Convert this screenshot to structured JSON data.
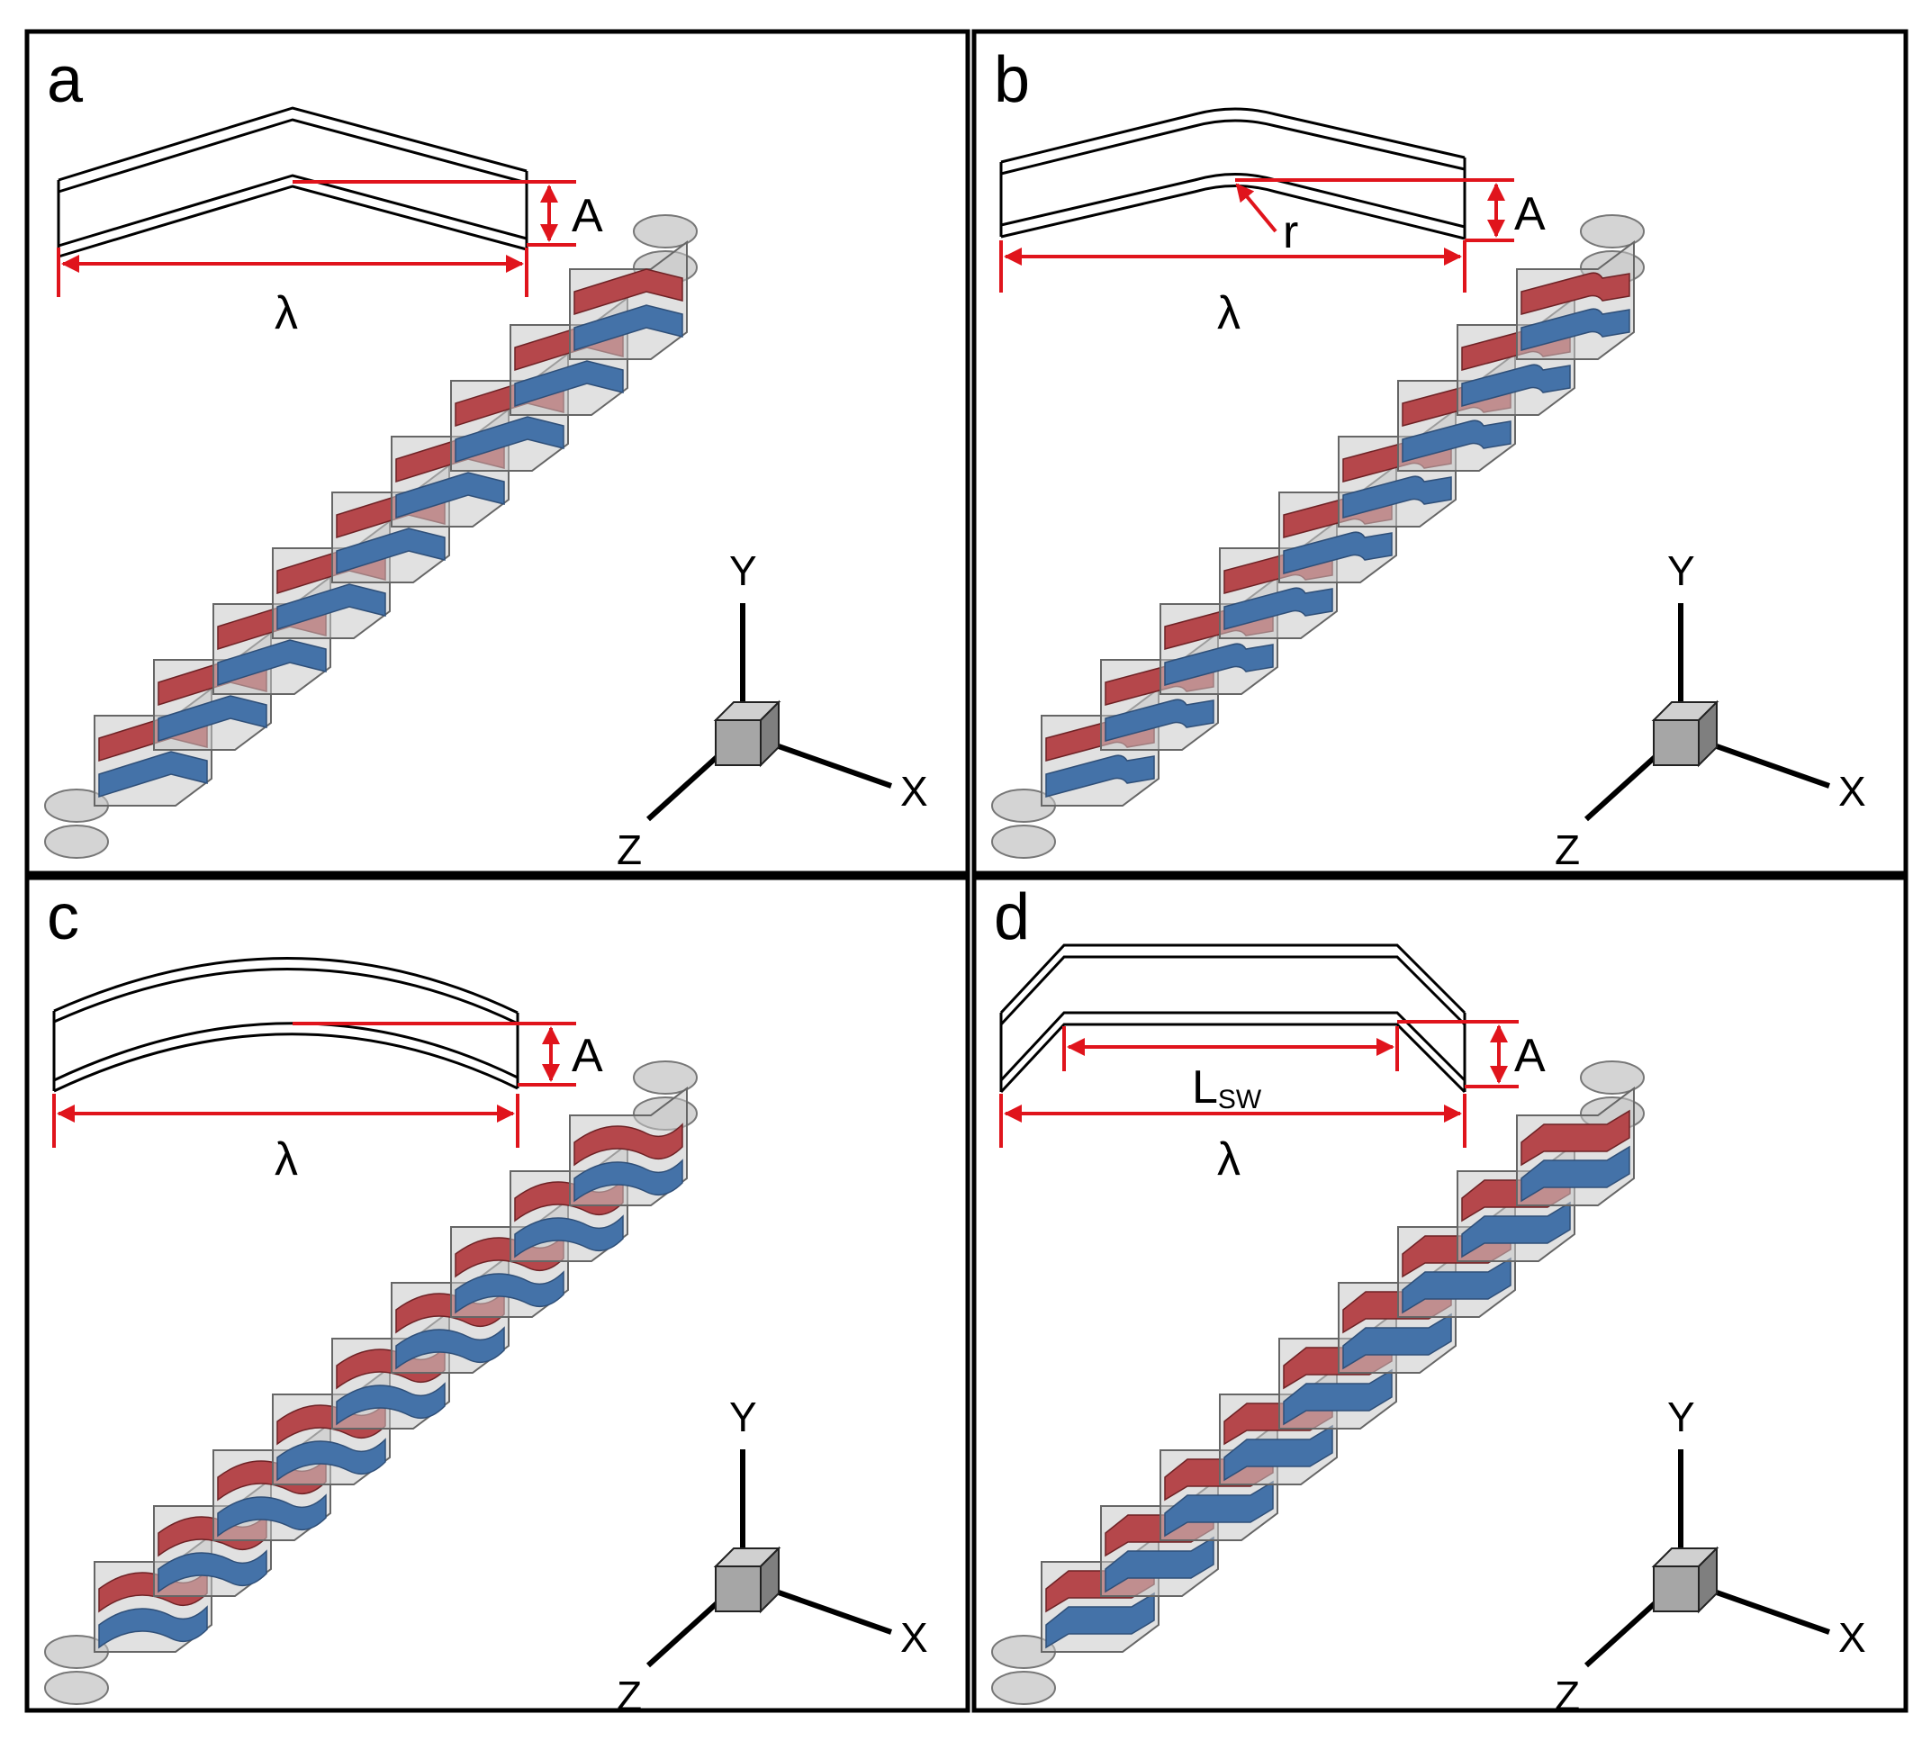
{
  "panels": [
    {
      "id": "a",
      "letter": "a",
      "profile": "zigzag",
      "labels": {
        "amplitude": "A",
        "wavelength": "λ"
      }
    },
    {
      "id": "b",
      "letter": "b",
      "profile": "rounded",
      "labels": {
        "amplitude": "A",
        "wavelength": "λ",
        "radius": "r"
      }
    },
    {
      "id": "c",
      "letter": "c",
      "profile": "sine",
      "labels": {
        "amplitude": "A",
        "wavelength": "λ"
      }
    },
    {
      "id": "d",
      "letter": "d",
      "profile": "trapezoid",
      "labels": {
        "amplitude": "A",
        "wavelength": "λ",
        "straight_wall_main": "L",
        "straight_wall_sub": "SW"
      }
    }
  ],
  "axes": {
    "y": "Y",
    "x": "X",
    "z": "Z"
  },
  "colors": {
    "dimension_red": "#e0141c",
    "top_channel_red": "#b5474b",
    "bottom_channel_blue": "#4472a8",
    "housing_gray": "#c9c9c9",
    "cube_gray": "#9d9d9d"
  }
}
